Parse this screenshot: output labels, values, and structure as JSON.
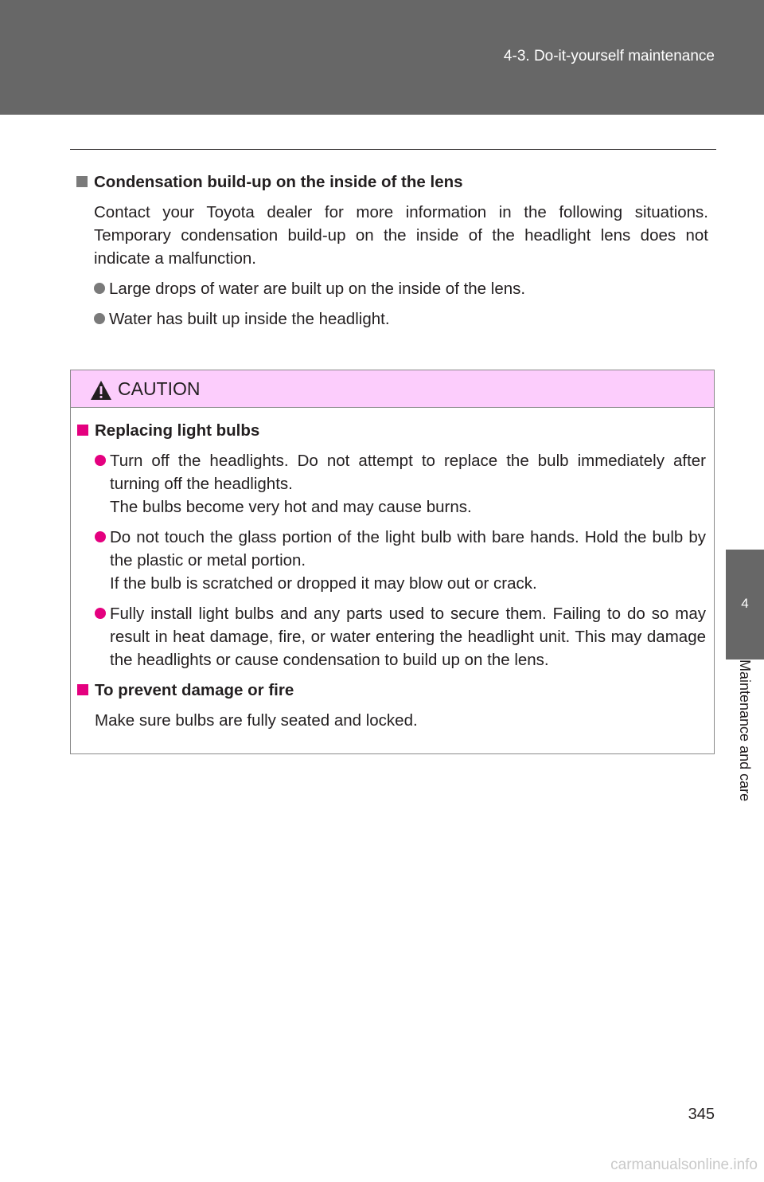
{
  "header": {
    "title": "4-3. Do-it-yourself maintenance"
  },
  "side_tab": {
    "number": "4",
    "label": "Maintenance and care"
  },
  "section": {
    "heading": "Condensation build-up on the inside of the lens",
    "paragraph": "Contact your Toyota dealer for more information in the following situations. Temporary condensation build-up on the inside of the headlight lens does not indicate a malfunction.",
    "bullets": [
      "Large drops of water are built up on the inside of the lens.",
      "Water has built up inside the headlight."
    ]
  },
  "caution": {
    "title": "CAUTION",
    "block1": {
      "heading": "Replacing light bulbs",
      "bullet1_line1": "Turn off the headlights. Do not attempt to replace the bulb immediately after turning off the headlights.",
      "bullet1_line2": "The bulbs become very hot and may cause burns.",
      "bullet2_line1": "Do not touch the glass portion of the light bulb with bare hands. Hold the bulb by the plastic or metal portion.",
      "bullet2_line2": "If the bulb is scratched or dropped it may blow out or crack.",
      "bullet3": "Fully install light bulbs and any parts used to secure them. Failing to do so may result in heat damage, fire, or water entering the headlight unit. This may damage the headlights or cause condensation to build up on the lens."
    },
    "block2": {
      "heading": "To prevent damage or fire",
      "text": "Make sure bulbs are fully seated and locked."
    }
  },
  "page_number": "345",
  "watermark": "carmanualsonline.info"
}
